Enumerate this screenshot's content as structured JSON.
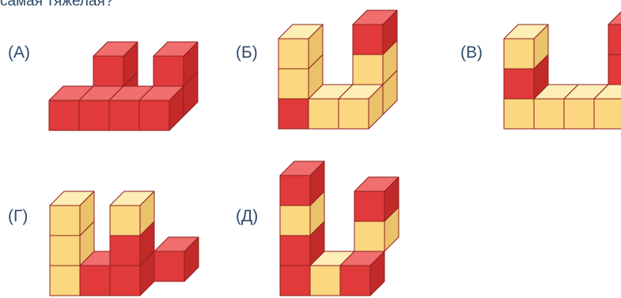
{
  "header": {
    "text": "самая тяжелая?"
  },
  "options": [
    {
      "label": "(А)"
    },
    {
      "label": "(Б)"
    },
    {
      "label": "(В)"
    },
    {
      "label": "(Г)"
    },
    {
      "label": "(Д)"
    }
  ],
  "colors": {
    "red_front": "#e03a3a",
    "red_top": "#f06e6e",
    "red_side": "#c22a2a",
    "yellow_front": "#fbd77f",
    "yellow_top": "#fdeeb6",
    "yellow_side": "#e9c26a",
    "edge": "#8f1f1f",
    "text": "#2e4a6b"
  }
}
